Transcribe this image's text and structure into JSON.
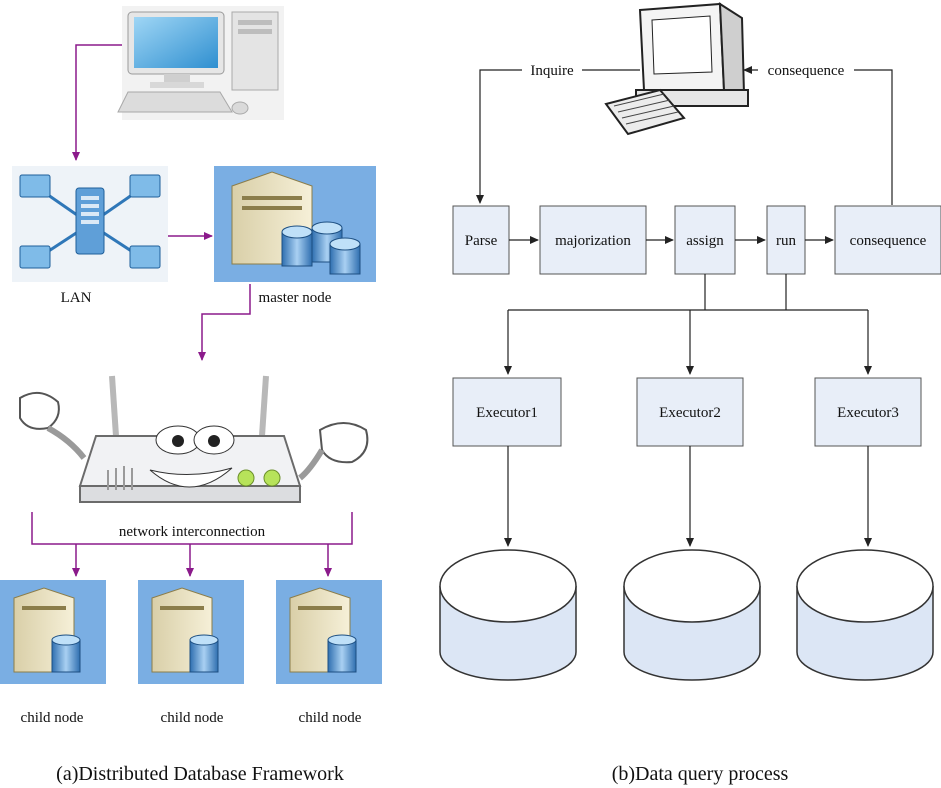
{
  "left_panel": {
    "lan_label": "LAN",
    "master_label": "master node",
    "interconnect_label": "network interconnection",
    "child_labels": [
      "child node",
      "child node",
      "child node"
    ],
    "caption": "(a)Distributed Database Framework",
    "arrow_color": "#8B1A8B"
  },
  "right_panel": {
    "inquire_label": "Inquire",
    "consequence_top_label": "consequence",
    "pipeline": [
      "Parse",
      "majorization",
      "assign",
      "run",
      "consequence"
    ],
    "executors": [
      "Executor1",
      "Executor2",
      "Executor3"
    ],
    "caption": "(b)Data query process",
    "box_fill": "#E8EEF8",
    "db_fill": "#DCE6F5"
  },
  "icons": [
    "desktop-computer-icon",
    "lan-network-icon",
    "database-server-icon",
    "router-mascot-icon",
    "child-server-icon",
    "workstation-icon",
    "database-cylinder-icon"
  ]
}
